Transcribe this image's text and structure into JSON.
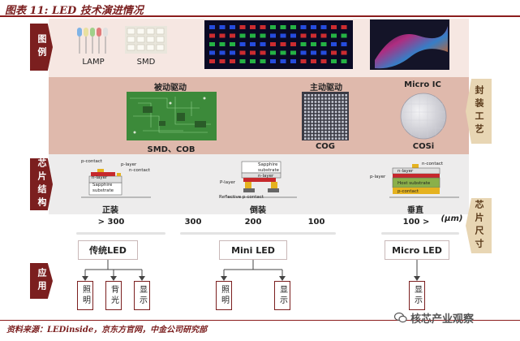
{
  "title": "图表 11: LED 技术演进情况",
  "tabs": {
    "example": "图例",
    "chip_structure": "芯片结构",
    "application": "应用",
    "packaging": "封装工艺",
    "chip_size": "芯片尺寸"
  },
  "examples": {
    "lamp": "LAMP",
    "smd": "SMD"
  },
  "packaging": {
    "passive": "被动驱动",
    "active": "主动驱动",
    "micro_ic": "Micro IC",
    "smd_cob": "SMD、COB",
    "cog": "COG",
    "cosi": "COSi"
  },
  "chip": {
    "front": {
      "name": "正装",
      "labels": [
        "p-contact",
        "p-layer",
        "n-contact",
        "n-layer",
        "Sapphire",
        "substrate"
      ]
    },
    "flip": {
      "name": "倒装",
      "labels": [
        "Sapphire",
        "substrate",
        "n-layer",
        "P-layer",
        "Reflective p-contact"
      ]
    },
    "vertical": {
      "name": "垂直",
      "labels": [
        "n-contact",
        "n-layer",
        "p-layer",
        "Host substrate",
        "p-contact"
      ]
    }
  },
  "sizes": {
    "s1": "> 300",
    "s2": "300",
    "s3": "200",
    "s4": "100",
    "s5": "100 >",
    "unit": "(μm)"
  },
  "categories": {
    "traditional": "传统LED",
    "mini": "Mini LED",
    "micro": "Micro LED"
  },
  "applications": {
    "traditional": [
      "照明",
      "背光",
      "显示"
    ],
    "mini": [
      "照明",
      "显示"
    ],
    "micro": [
      "显示"
    ]
  },
  "source": "资料来源：LEDinside，京东方官网，中金公司研究部",
  "watermark": "核芯产业观察"
}
